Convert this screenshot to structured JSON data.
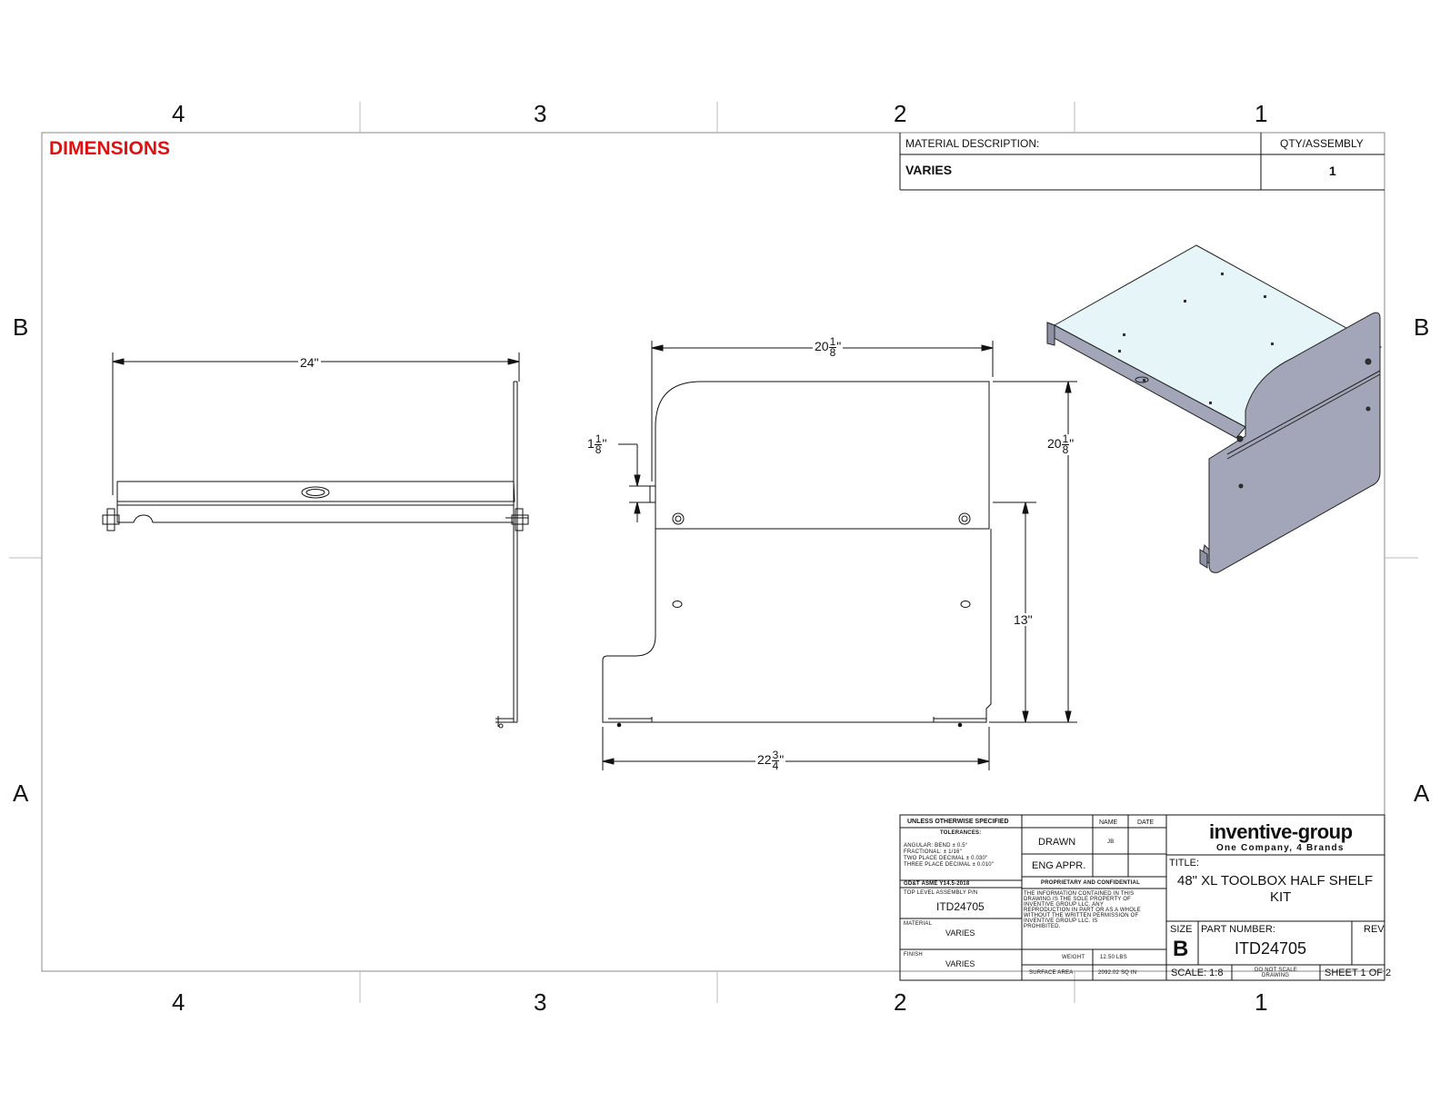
{
  "sheet": {
    "zones_columns": [
      "4",
      "3",
      "2",
      "1"
    ],
    "zones_rows": [
      "B",
      "A"
    ],
    "heading": "DIMENSIONS"
  },
  "material_table": {
    "header_description": "MATERIAL DESCRIPTION:",
    "header_qty": "QTY/ASSEMBLY",
    "description": "VARIES",
    "qty": "1"
  },
  "dimensions": {
    "side_width": "24\"",
    "front_top_width_whole": "20",
    "front_top_width_num": "1",
    "front_top_width_den": "8",
    "front_height_whole": "20",
    "front_height_num": "1",
    "front_height_den": "8",
    "lip_whole": "1",
    "lip_num": "1",
    "lip_den": "8",
    "lower_height": "13\"",
    "bottom_width_whole": "22",
    "bottom_width_num": "3",
    "bottom_width_den": "4",
    "inch": "\""
  },
  "title_block": {
    "unless": "UNLESS OTHERWISE SPECIFIED",
    "tolerances": "TOLERANCES:",
    "tol_lines": [
      "ANGULAR:        BEND  ± 0.5°",
      "FRACTIONAL:             ± 1/16\"",
      "TWO PLACE DECIMAL   ± 0.030\"",
      "THREE PLACE DECIMAL ± 0.010\""
    ],
    "gdt": "GD&T ASME Y14.5-2018",
    "top_level_label": "TOP LEVEL ASSEMBLY P/N",
    "top_level_value": "ITD24705",
    "material_label": "MATERIAL",
    "material_value": "VARIES",
    "finish_label": "FINISH",
    "finish_value": "VARIES",
    "name_header": "NAME",
    "date_header": "DATE",
    "drawn_label": "DRAWN",
    "drawn_name": "JB",
    "eng_appr_label": "ENG APPR.",
    "proprietary_header": "PROPRIETARY AND CONFIDENTIAL",
    "proprietary_text": [
      "THE INFORMATION CONTAINED IN THIS",
      "DRAWING IS THE SOLE PROPERTY OF",
      "INVENTIVE GROUP LLC. ANY",
      "REPRODUCTION IN PART OR AS A WHOLE",
      "WITHOUT THE WRITTEN PERMISSION OF",
      "INVENTIVE GROUP LLC. IS",
      "PROHIBITED."
    ],
    "weight_label": "WEIGHT",
    "weight_value": "12.50   LBS",
    "surface_label": "SURFACE AREA",
    "surface_value": "2092.02   SQ IN",
    "logo": "inventive-group",
    "tagline": "One Company, 4 Brands",
    "title_label": "TITLE:",
    "title_line1": "48\" XL TOOLBOX HALF SHELF",
    "title_line2": "KIT",
    "size_label": "SIZE",
    "size_value": "B",
    "part_label": "PART NUMBER:",
    "part_value": "ITD24705",
    "rev_label": "REV",
    "scale": "SCALE: 1:8",
    "do_not_scale_1": "DO NOT SCALE",
    "do_not_scale_2": "DRAWING",
    "sheet": "SHEET 1 OF 2"
  },
  "colors": {
    "heading": "#e01010",
    "iso_top": "#e6f6f8",
    "iso_side": "#a3a6b8"
  }
}
